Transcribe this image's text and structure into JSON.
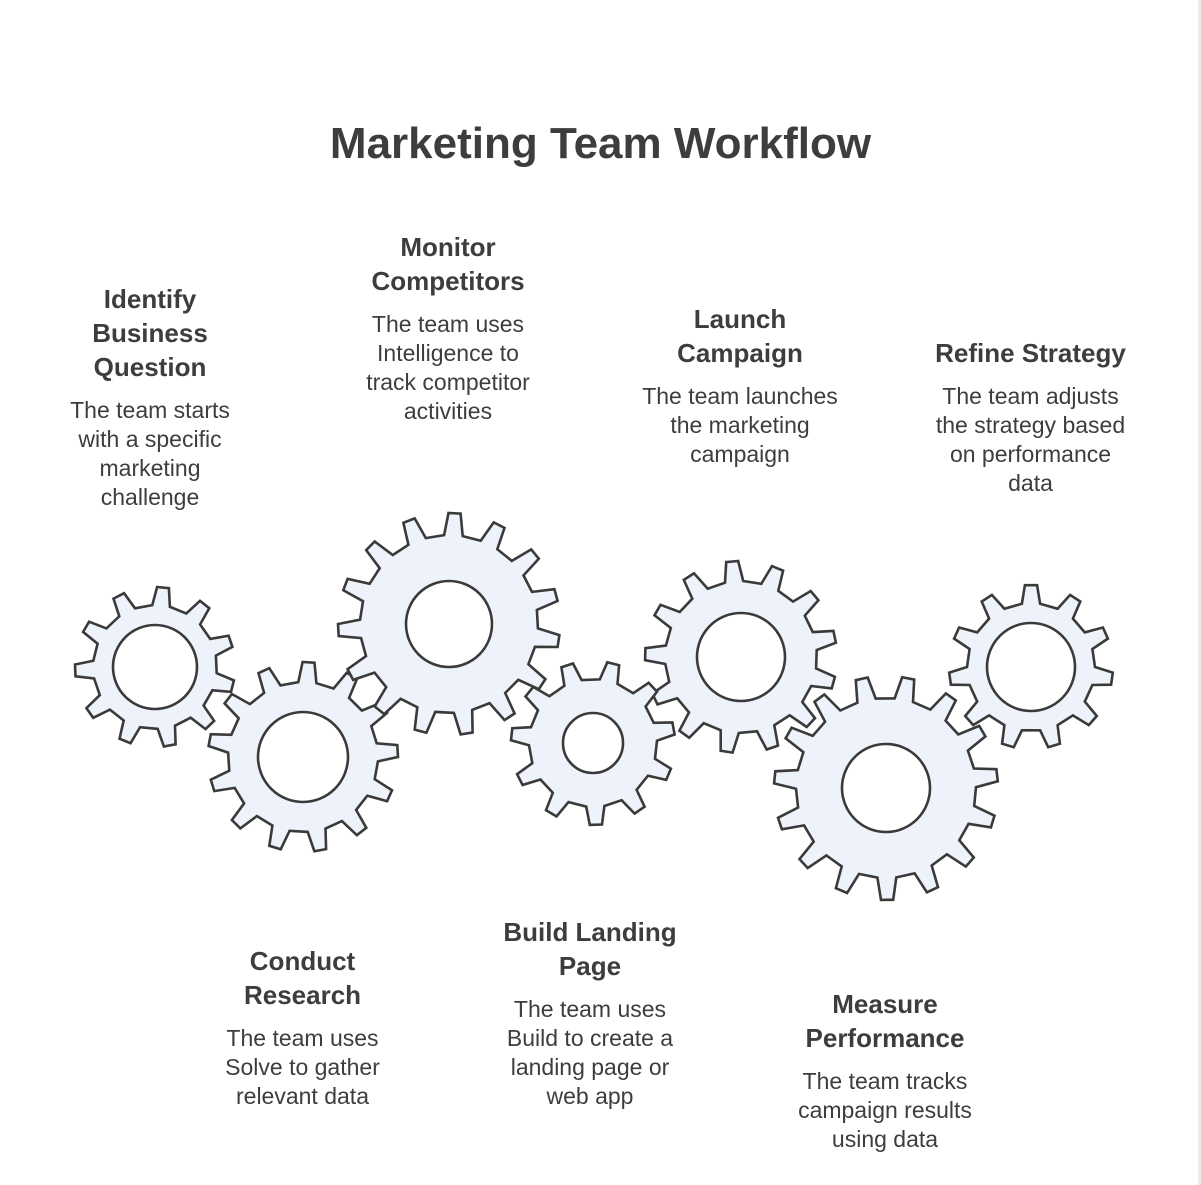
{
  "title": "Marketing Team Workflow",
  "steps": [
    {
      "title_lines": [
        "Identify",
        "Business",
        "Question"
      ],
      "desc_lines": [
        "The team starts",
        "with a specific",
        "marketing",
        "challenge"
      ]
    },
    {
      "title_lines": [
        "Monitor",
        "Competitors"
      ],
      "desc_lines": [
        "The team uses",
        "Intelligence to",
        "track competitor",
        "activities"
      ]
    },
    {
      "title_lines": [
        "Launch",
        "Campaign"
      ],
      "desc_lines": [
        "The team launches",
        "the marketing",
        "campaign"
      ]
    },
    {
      "title_lines": [
        "Refine Strategy"
      ],
      "desc_lines": [
        "The team adjusts",
        "the strategy based",
        "on performance",
        "data"
      ]
    },
    {
      "title_lines": [
        "Conduct",
        "Research"
      ],
      "desc_lines": [
        "The team uses",
        "Solve to gather",
        "relevant data"
      ]
    },
    {
      "title_lines": [
        "Build Landing",
        "Page"
      ],
      "desc_lines": [
        "The team uses",
        "Build to create a",
        "landing page or",
        "web app"
      ]
    },
    {
      "title_lines": [
        "Measure",
        "Performance"
      ],
      "desc_lines": [
        "The team tracks",
        "campaign results",
        "using data"
      ]
    }
  ],
  "colors": {
    "gear_fill": "#eef3fb",
    "gear_stroke": "#3a3a3a",
    "text": "#3d3d3d"
  }
}
